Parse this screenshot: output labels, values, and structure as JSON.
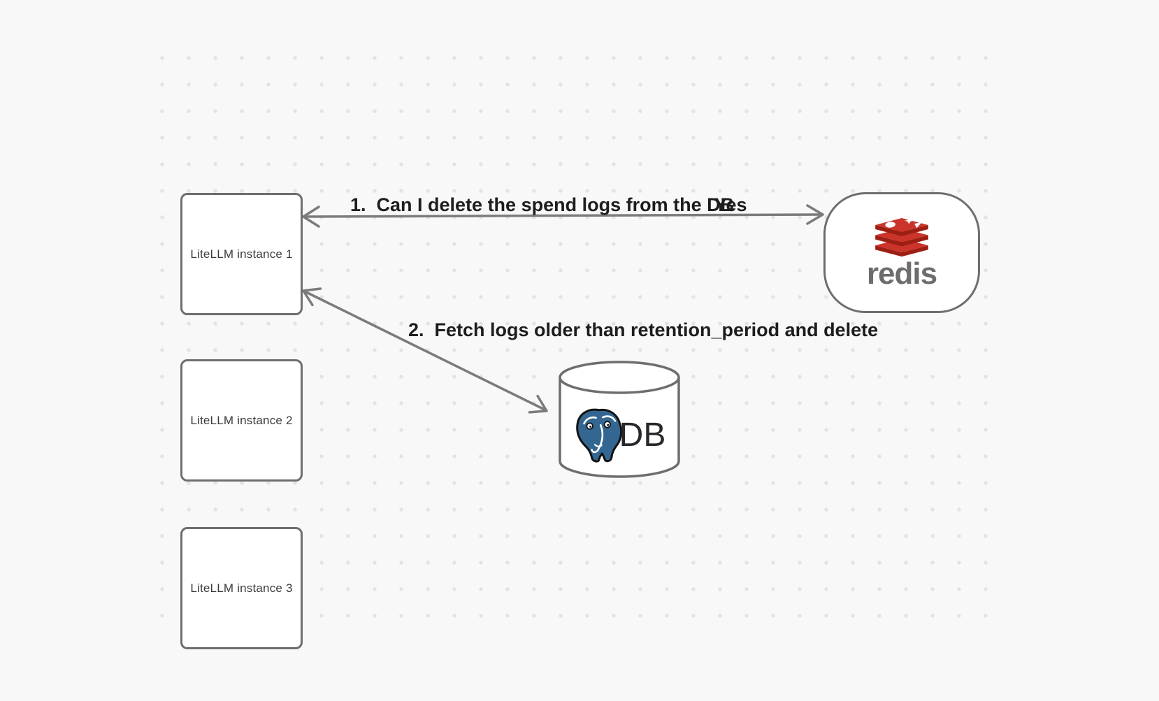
{
  "canvas": {
    "type": "whiteboard-diagram",
    "bg": "#f8f8f8"
  },
  "colors": {
    "canvas_bg": "#f8f8f8",
    "dot_color": "#e3e3e3",
    "stroke_gray": "#6e6e6e",
    "arrow_gray": "#7b7b7b",
    "node_text": "#3b3b3b",
    "label_text": "#1d1d1f",
    "redis_red": "#cb342a",
    "redis_red_dark": "#9c1f13",
    "redis_wordmark_gray": "#6d6d6d",
    "postgres_blue": "#336791",
    "db_text": "#28282c"
  },
  "nodes": {
    "litellm_instances": [
      {
        "label": "LiteLLM instance 1"
      },
      {
        "label": "LiteLLM instance 2"
      },
      {
        "label": "LiteLLM instance 3"
      }
    ],
    "redis": {
      "wordmark": "redis",
      "logo": "redis-stack-icon"
    },
    "db": {
      "label": "DB",
      "logo": "postgresql-elephant-icon",
      "shape": "cylinder"
    }
  },
  "edges": [
    {
      "id": "1",
      "from": "LiteLLM instance 1",
      "to": "redis",
      "direction": "bidirectional",
      "label": "1.  Can I delete the spend logs from the DB",
      "response": "Yes"
    },
    {
      "id": "2",
      "from": "LiteLLM instance 1",
      "to": "DB",
      "direction": "bidirectional",
      "label": "2.  Fetch logs older than retention_period and delete"
    }
  ]
}
